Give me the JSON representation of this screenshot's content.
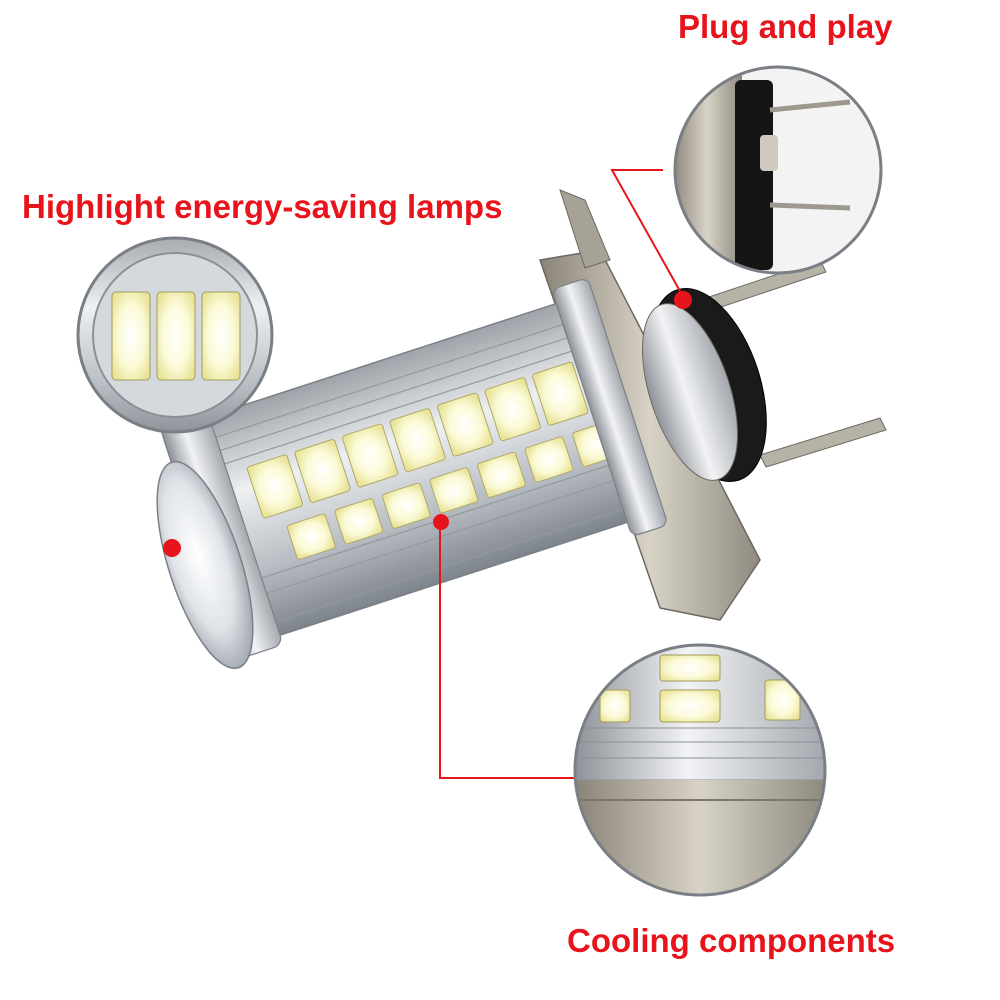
{
  "callouts": {
    "plug_and_play": "Plug and play",
    "highlight": "Highlight energy-saving lamps",
    "cooling": "Cooling components"
  },
  "colors": {
    "label_red": "#e8141b",
    "leader_line": "#e8141b",
    "dot": "#e8141b",
    "led_chip": "#f7f5c4",
    "aluminum": "#c9ccd0",
    "background": "#ffffff"
  }
}
